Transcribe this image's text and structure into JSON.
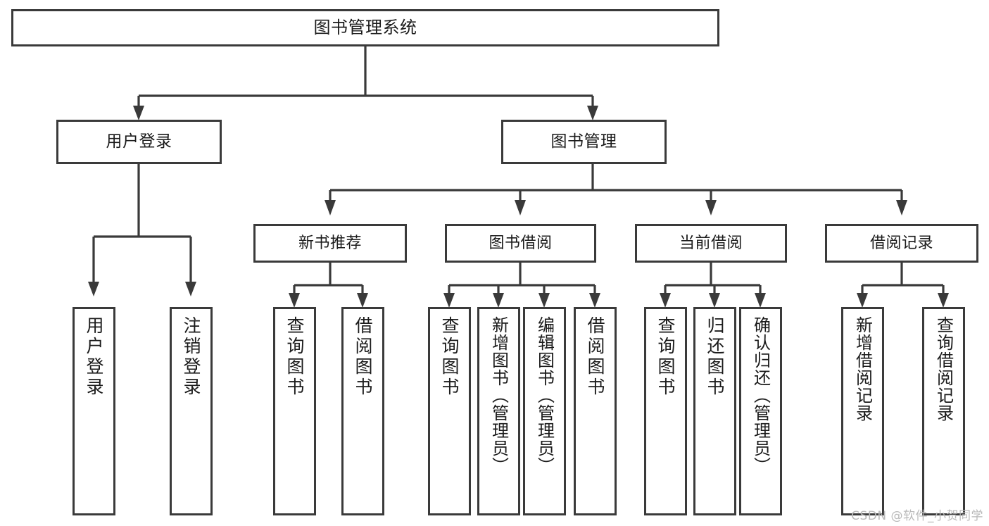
{
  "diagram": {
    "type": "tree-hierarchy",
    "title": "图书管理系统",
    "line_color": "#3a3a3a",
    "text_color": "#1b1b1b",
    "background": "#ffffff",
    "nodes": {
      "root": {
        "label": "图书管理系统"
      },
      "level2": [
        {
          "label": "用户登录"
        },
        {
          "label": "图书管理"
        }
      ],
      "level3": [
        {
          "label": "新书推荐"
        },
        {
          "label": "图书借阅"
        },
        {
          "label": "当前借阅"
        },
        {
          "label": "借阅记录"
        }
      ],
      "leaves": {
        "user_login": [
          {
            "label": "用户登录"
          },
          {
            "label": "注销登录"
          }
        ],
        "new_book_recommend": [
          {
            "label": "查询图书"
          },
          {
            "label": "借阅图书"
          }
        ],
        "book_borrow": [
          {
            "label": "查询图书"
          },
          {
            "label": "新增图书（管理员）"
          },
          {
            "label": "编辑图书（管理员）"
          },
          {
            "label": "借阅图书"
          }
        ],
        "current_borrow": [
          {
            "label": "查询图书"
          },
          {
            "label": "归还图书"
          },
          {
            "label": "确认归还（管理员）"
          }
        ],
        "borrow_record": [
          {
            "label": "新增借阅记录"
          },
          {
            "label": "查询借阅记录"
          }
        ]
      }
    }
  },
  "watermark": {
    "text": "CSDN @软件_小贺同学"
  }
}
